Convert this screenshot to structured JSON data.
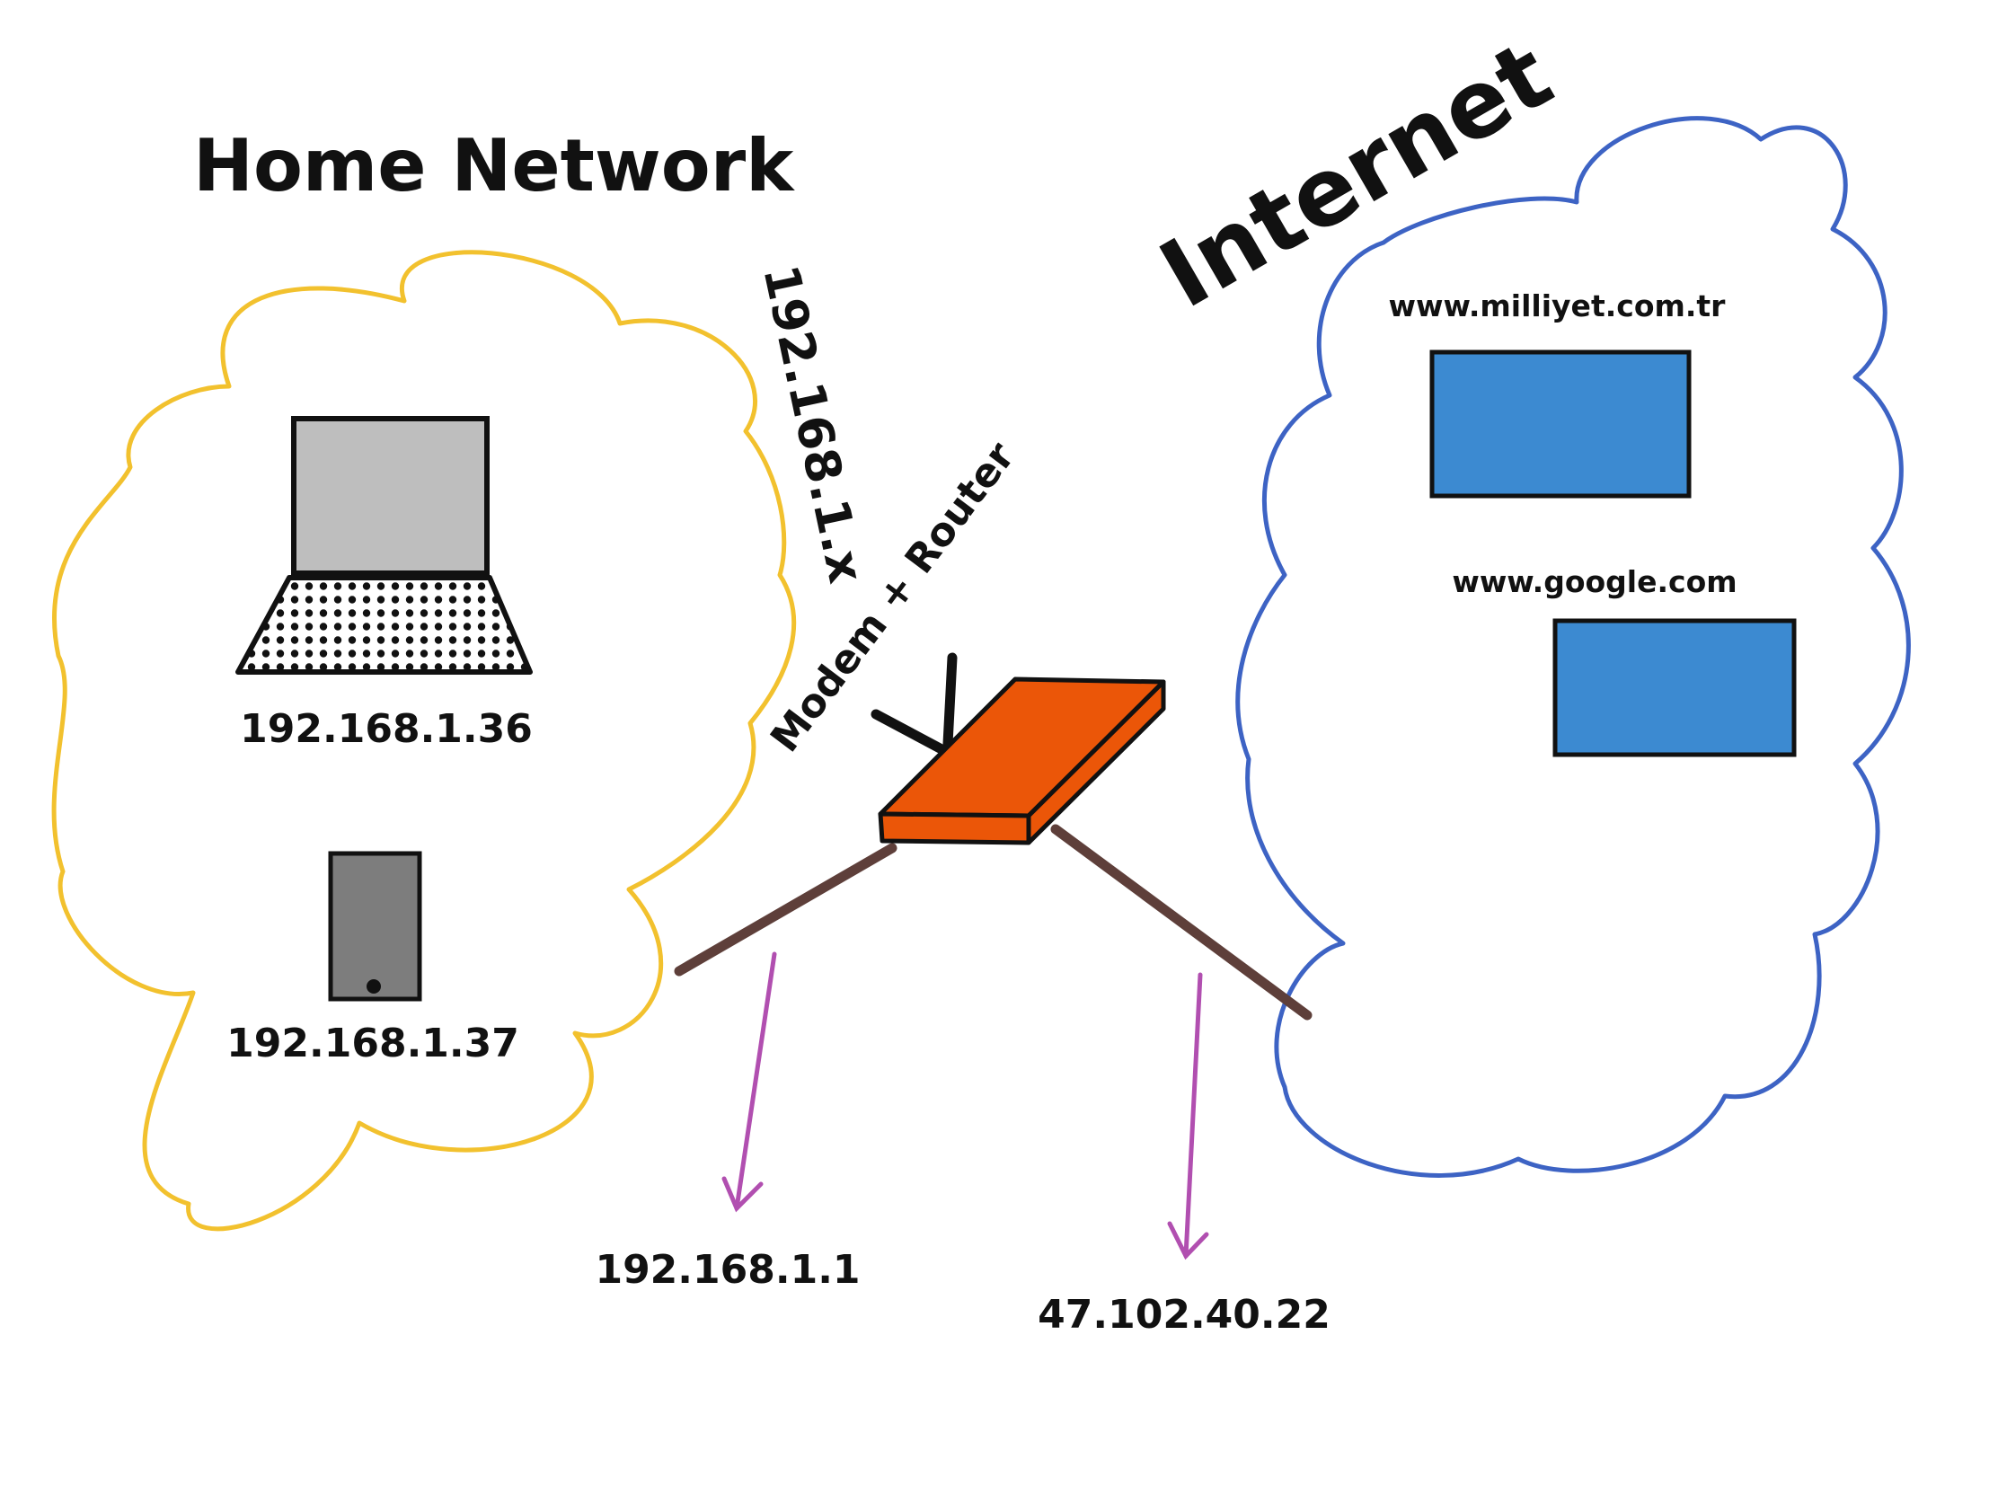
{
  "home": {
    "title": "Home Network",
    "subnet": "192.168.1.x",
    "laptop_ip": "192.168.1.36",
    "phone_ip": "192.168.1.37",
    "cloud_color": "#F2C12E"
  },
  "router": {
    "label": "Modem + Router",
    "lan_ip": "192.168.1.1",
    "wan_ip": "47.102.40.22",
    "color": "#EB5608"
  },
  "internet": {
    "title": "Internet",
    "sites": [
      "www.milliyet.com.tr",
      "www.google.com"
    ],
    "cloud_color": "#3D63C4",
    "site_color": "#3C8AD1"
  },
  "colors": {
    "cable": "#5E3F3A",
    "arrow": "#B14FB0",
    "laptop_screen": "#BEBEBE",
    "phone_body": "#7D7D7D"
  }
}
